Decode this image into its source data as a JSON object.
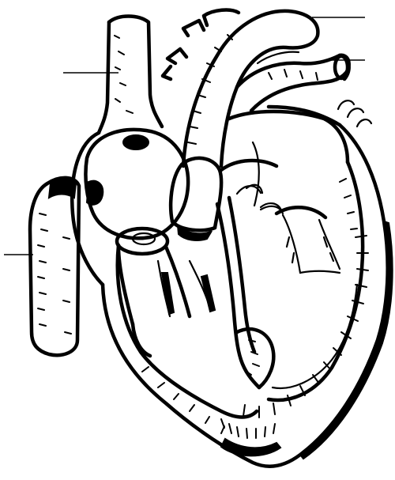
{
  "diagram": {
    "type": "anatomical-line-drawing",
    "subject": "heart",
    "ink_color": "#000000",
    "paper_color": "#ffffff",
    "label_lines": 4,
    "labels_visible": false
  }
}
